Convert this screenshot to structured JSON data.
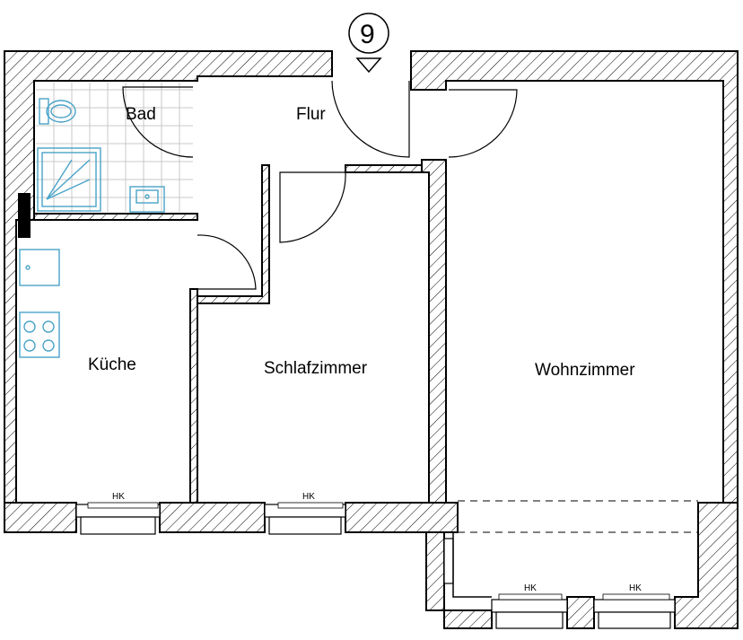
{
  "unit": {
    "number": "9"
  },
  "rooms": {
    "bad": "Bad",
    "flur": "Flur",
    "kueche": "Küche",
    "schlafzimmer": "Schlafzimmer",
    "wohnzimmer": "Wohnzimmer"
  },
  "radiators": {
    "label": "HK"
  },
  "colors": {
    "wall_outline": "#000000",
    "fixtures": "#4aa3c8",
    "tiles": "#c9c9c9"
  },
  "icons": {
    "entrance": "entrance-triangle-icon",
    "toilet": "toilet-icon",
    "shower": "shower-icon",
    "sink": "sink-icon",
    "stove": "stove-icon"
  }
}
